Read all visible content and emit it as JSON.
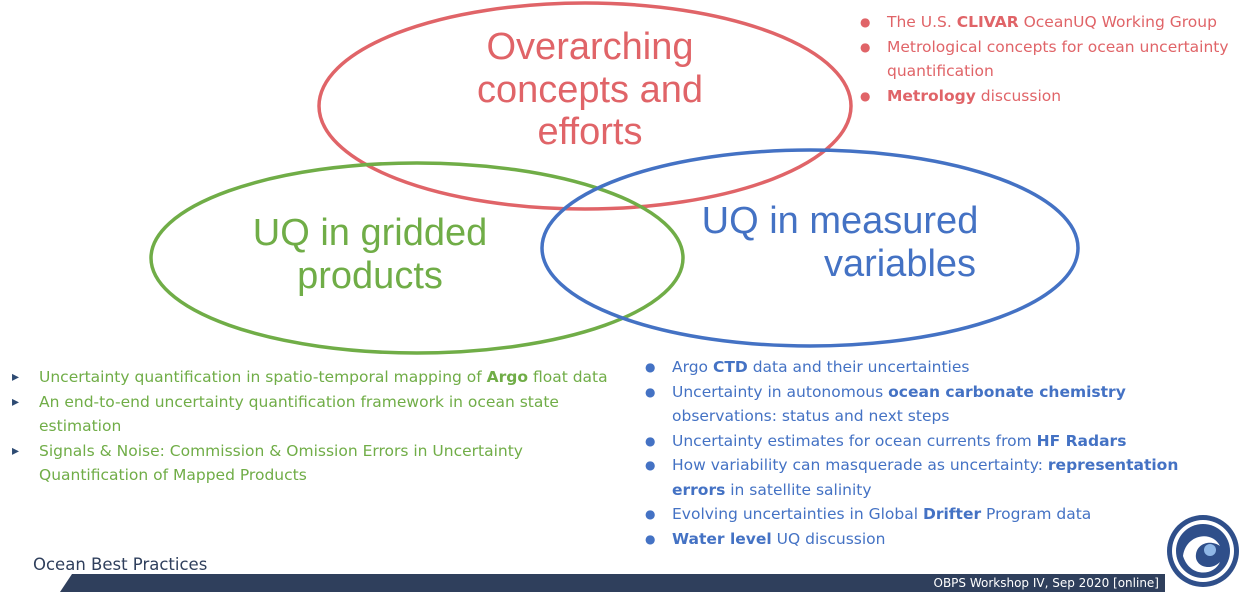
{
  "circles": {
    "top": {
      "line1": "Overarching",
      "line2": "concepts and",
      "line3": "efforts",
      "color": "#e06468"
    },
    "left": {
      "line1": "UQ in gridded",
      "line2": "products",
      "color": "#70ad47"
    },
    "right": {
      "line1": "UQ in measured",
      "line2": "variables",
      "color": "#4472c4"
    }
  },
  "overarching_items": [
    {
      "pre": "The U.S. ",
      "bold": "CLIVAR",
      "post": " OceanUQ Working Group"
    },
    {
      "pre": "Metrological concepts for ocean uncertainty quantification",
      "bold": "",
      "post": ""
    },
    {
      "pre": "",
      "bold": "Metrology",
      "post": " discussion"
    }
  ],
  "gridded_items": [
    {
      "pre": "Uncertainty quantification in spatio-temporal mapping of ",
      "bold": "Argo",
      "post": " float data"
    },
    {
      "pre": "An end-to-end uncertainty quantification framework in ocean state estimation",
      "bold": "",
      "post": ""
    },
    {
      "pre": "Signals & Noise: Commission & Omission Errors in Uncertainty Quantification of Mapped Products",
      "bold": "",
      "post": ""
    }
  ],
  "measured_items": [
    {
      "pre": "Argo ",
      "bold": "CTD",
      "post": " data and their uncertainties"
    },
    {
      "pre": "Uncertainty in autonomous ",
      "bold": "ocean carbonate chemistry",
      "post": " observations: status and next steps"
    },
    {
      "pre": "Uncertainty estimates for ocean currents from ",
      "bold": "HF Radars",
      "post": ""
    },
    {
      "pre": "How variability can masquerade as uncertainty: ",
      "bold": "representation errors",
      "post": " in satellite salinity"
    },
    {
      "pre": "Evolving uncertainties in Global ",
      "bold": "Drifter",
      "post": " Program data"
    },
    {
      "pre": "",
      "bold": "Water level",
      "post": " UQ discussion"
    }
  ],
  "footer": {
    "left": "Ocean Best Practices",
    "right": "OBPS Workshop IV, Sep 2020 [online]",
    "bar_color": "#2f3f5c",
    "logo_icon": "wave-swirl-logo"
  }
}
